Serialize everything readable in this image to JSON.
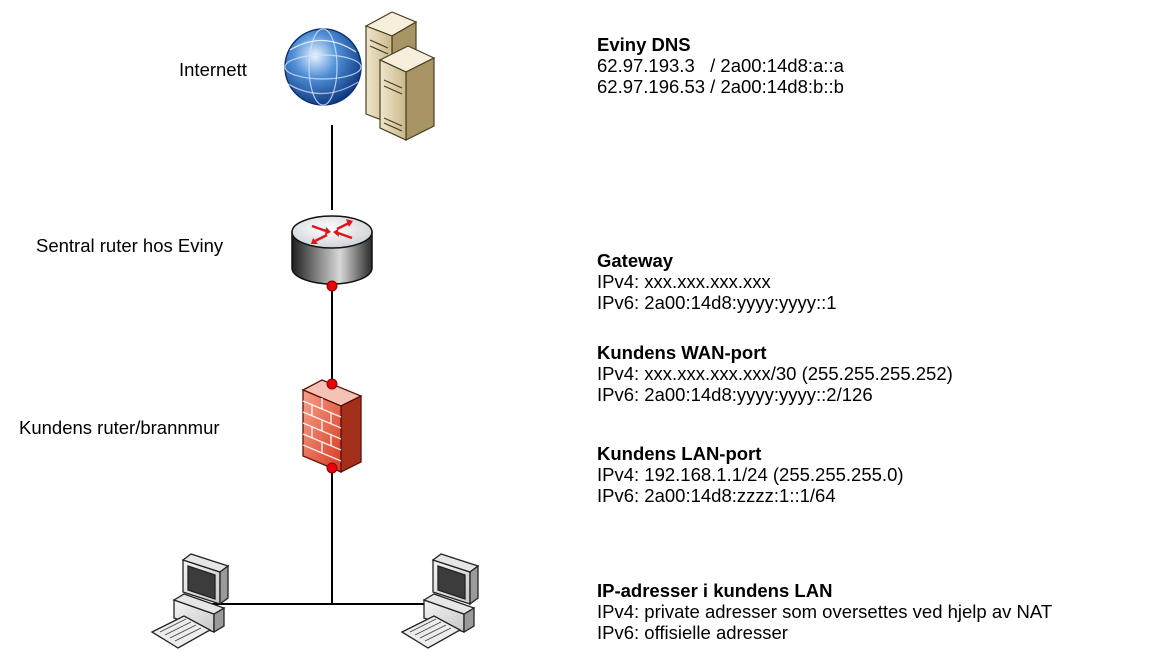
{
  "nodes": {
    "internet": "Internett",
    "central_router": "Sentral ruter hos Eviny",
    "customer_router": "Kundens ruter/brannmur"
  },
  "info_blocks": {
    "dns": {
      "title": "Eviny DNS",
      "line1": "62.97.193.3   / 2a00:14d8:a::a",
      "line2": "62.97.196.53 / 2a00:14d8:b::b"
    },
    "gateway": {
      "title": "Gateway",
      "line1": "IPv4: xxx.xxx.xxx.xxx",
      "line2": "IPv6: 2a00:14d8:yyyy:yyyy::1"
    },
    "wan": {
      "title": "Kundens WAN-port",
      "line1": "IPv4: xxx.xxx.xxx.xxx/30 (255.255.255.252)",
      "line2": "IPv6: 2a00:14d8:yyyy:yyyy::2/126"
    },
    "lan": {
      "title": "Kundens LAN-port",
      "line1": "IPv4: 192.168.1.1/24 (255.255.255.0)",
      "line2": "IPv6: 2a00:14d8:zzzz:1::1/64"
    },
    "lan_ips": {
      "title": "IP-adresser i kundens LAN",
      "line1": "IPv4: private adresser som oversettes ved hjelp av NAT",
      "line2": "IPv6: offisielle adresser"
    }
  },
  "icons": [
    "globe-icon",
    "server-icon",
    "router-icon",
    "firewall-icon",
    "computer-icon"
  ],
  "colors": {
    "port_dot": "#e8000b",
    "firewall": "#d9452b",
    "link": "#000000"
  }
}
